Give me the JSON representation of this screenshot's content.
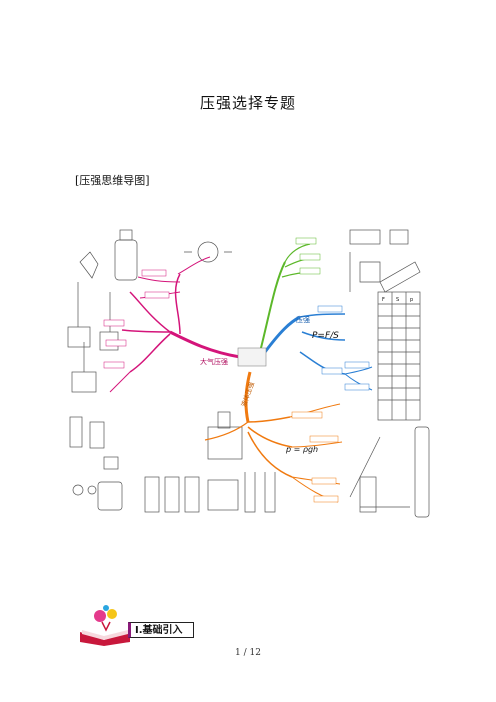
{
  "document": {
    "title": "压强选择专题",
    "section_label": "[压强思维导图]",
    "intro_label": "Ⅰ.基础引入",
    "page_number": "1  /  12"
  },
  "mindmap": {
    "central": {
      "atmosphere": "大气压强",
      "pressure": "压强",
      "liquid": "液体压强"
    },
    "formulas": {
      "pressure": "P=F/S",
      "liquid": "p = ρgh"
    },
    "colors": {
      "atmosphere_branch": "#d4147a",
      "pressure_branch": "#2a7fd4",
      "green_branch": "#5cb82a",
      "liquid_branch": "#f07a10"
    },
    "table_header": [
      "F",
      "S",
      "p"
    ]
  }
}
